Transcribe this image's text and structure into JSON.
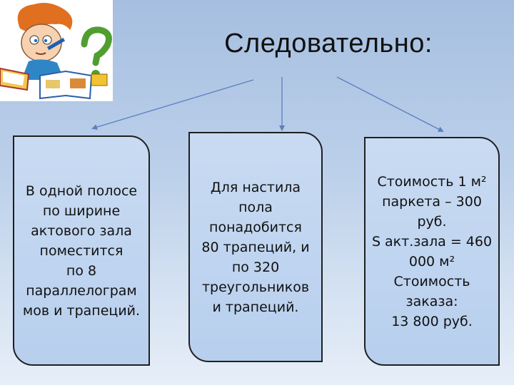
{
  "title": "Следовательно:",
  "icons": {
    "illustration": "boy-thinking-with-books-and-question-mark-icon",
    "arrow": "arrow-icon"
  },
  "colors": {
    "box_fill": "#c4d7f0",
    "box_border": "#1f1f1f",
    "arrow": "#5b7fc0"
  },
  "boxes": [
    {
      "text": "В одной полосе\nпо ширине\nактового зала\nпоместится\nпо 8\nпараллелограм\nмов и трапеций."
    },
    {
      "text": "Для настила\nпола\nпонадобится\n80 трапеций, и\nпо 320\nтреугольников\nи трапеций."
    },
    {
      "text": "Стоимость 1 м²\nпаркета – 300\nруб.\nS акт.зала = 460\n000 м²\nСтоимость\nзаказа:\n13 800 руб."
    }
  ]
}
